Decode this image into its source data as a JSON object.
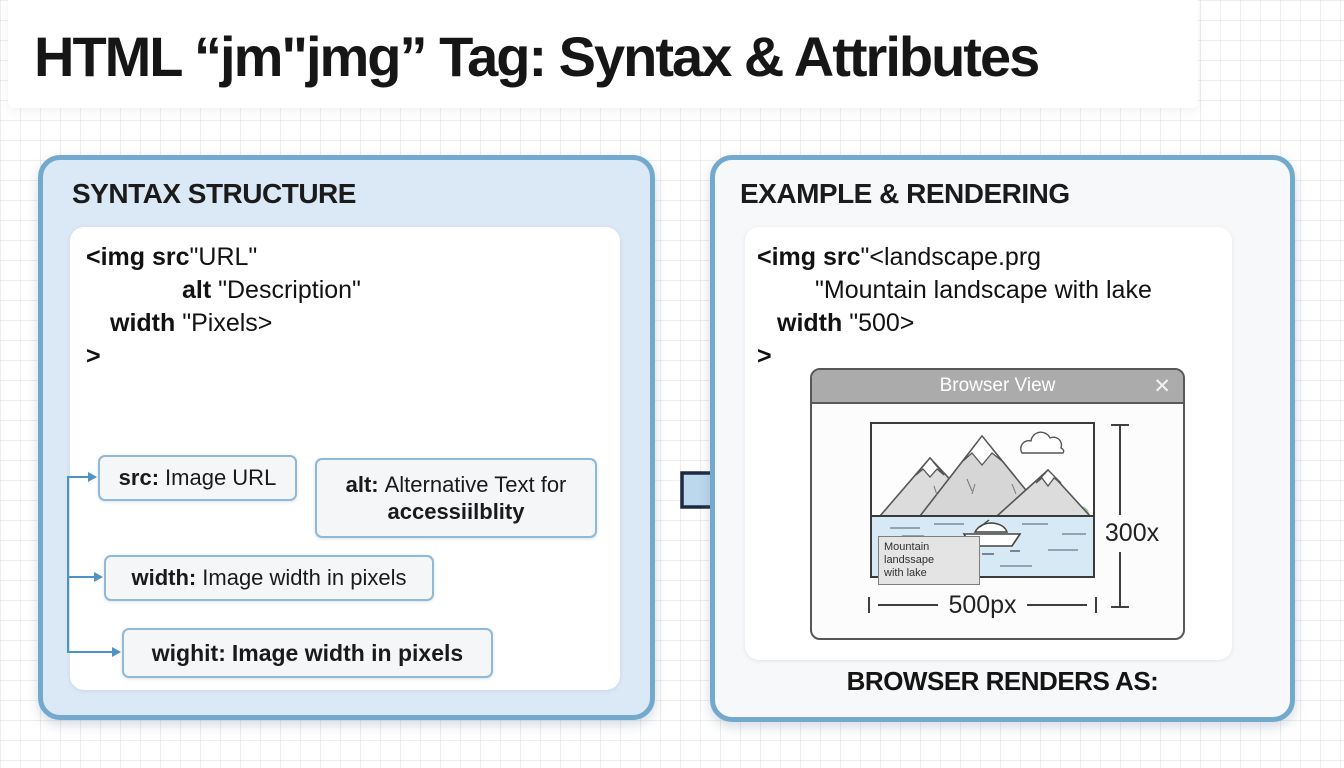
{
  "title": "HTML “jm\"jmg” Tag: Syntax & Attributes",
  "colors": {
    "panel_border": "#74a9ce",
    "left_panel_bg": "#dbe9f6",
    "right_panel_bg": "#f7f8f9",
    "attr_box_border": "#8fb9d8",
    "connector": "#4f92c4",
    "arrow_fill": "#bcd8ec",
    "arrow_stroke": "#1c2a44",
    "titlebar_gray": "#ababab"
  },
  "left_panel": {
    "header": "SYNTAX STRUCTURE",
    "code": {
      "lines": [
        {
          "bold": "<img src",
          "rest": "\"URL\""
        },
        {
          "bold": "alt",
          "rest": " \"Description\""
        },
        {
          "bold": "width",
          "rest": " \"Pixels>"
        },
        {
          "bold": ">",
          "rest": ""
        }
      ]
    },
    "attributes": [
      {
        "key": "src:",
        "desc": "Image URL"
      },
      {
        "key": "alt:",
        "desc": "Alternative Text for",
        "desc2": "accessiilblity"
      },
      {
        "key": "width:",
        "desc": "Image width in pixels"
      },
      {
        "key": "wighit:",
        "desc": "Image width in pixels"
      }
    ]
  },
  "right_panel": {
    "header": "EXAMPLE & RENDERING",
    "code": {
      "lines": [
        {
          "bold": "<img src",
          "rest": "\"<landscape.prg"
        },
        {
          "bold": "",
          "rest": "\"Mountain landscape with lake"
        },
        {
          "bold": "width",
          "rest": " \"500>"
        },
        {
          "bold": ">",
          "rest": ""
        }
      ]
    },
    "browser": {
      "title": "Browser View",
      "close_icon": "✕",
      "caption_line1": "Mountain landssape",
      "caption_line2": "with lake",
      "height_label": "300x",
      "width_label": "500px"
    },
    "footer": "BROWSER RENDERS AS:"
  }
}
